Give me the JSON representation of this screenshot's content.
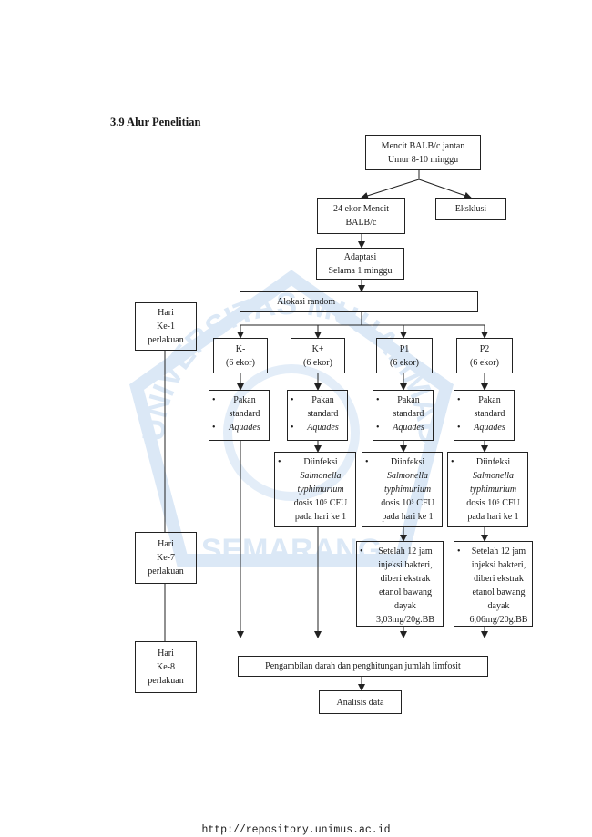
{
  "heading": "3.9 Alur Penelitian",
  "nodes": {
    "start": [
      "Mencit BALB/c jantan",
      "Umur 8-10 minggu"
    ],
    "sample": [
      "24 ekor Mencit",
      "BALB/c"
    ],
    "exclusion": "Eksklusi",
    "adaptation": [
      "Adaptasi",
      "Selama 1 minggu"
    ],
    "randomization": "Alokasi random",
    "day1": [
      "Hari",
      "Ke-1",
      "perlakuan"
    ],
    "day7": [
      "Hari",
      "Ke-7",
      "perlakuan"
    ],
    "day8": [
      "Hari",
      "Ke-8",
      "perlakuan"
    ],
    "groups": [
      {
        "name": "K-",
        "count": "(6 ekor)"
      },
      {
        "name": "K+",
        "count": "(6 ekor)"
      },
      {
        "name": "P1",
        "count": "(6 ekor)"
      },
      {
        "name": "P2",
        "count": "(6 ekor)"
      }
    ],
    "feed": {
      "bullet": "•",
      "line1": "Pakan",
      "line2": "standard",
      "line3": "Aquades"
    },
    "infect": {
      "bullet": "•",
      "line1": "Diinfeksi",
      "line2": "Salmonella",
      "line3": "typhimurium",
      "line4": "dosis 10⁵ CFU",
      "line5": "pada hari ke 1"
    },
    "treat_p1": {
      "bullet": "•",
      "line1": "Setelah 12 jam",
      "line2": "injeksi bakteri,",
      "line3": "diberi ekstrak",
      "line4": "etanol  bawang",
      "line5": "dayak",
      "line6": "3,03mg/20g.BB"
    },
    "treat_p2": {
      "bullet": "•",
      "line1": "Setelah 12 jam",
      "line2": "injeksi bakteri,",
      "line3": "diberi ekstrak",
      "line4": "etanol  bawang",
      "line5": "dayak",
      "line6": "6,06mg/20g.BB"
    },
    "blood": "Pengambilan darah dan penghitungan jumlah limfosit",
    "analysis": "Analisis data"
  },
  "watermark": {
    "top": "UNIVERSITAS MUHAMMADIYAH",
    "bottom": "SEMARANG",
    "color": "#cfe0f3"
  },
  "footer": "http://repository.unimus.ac.id"
}
